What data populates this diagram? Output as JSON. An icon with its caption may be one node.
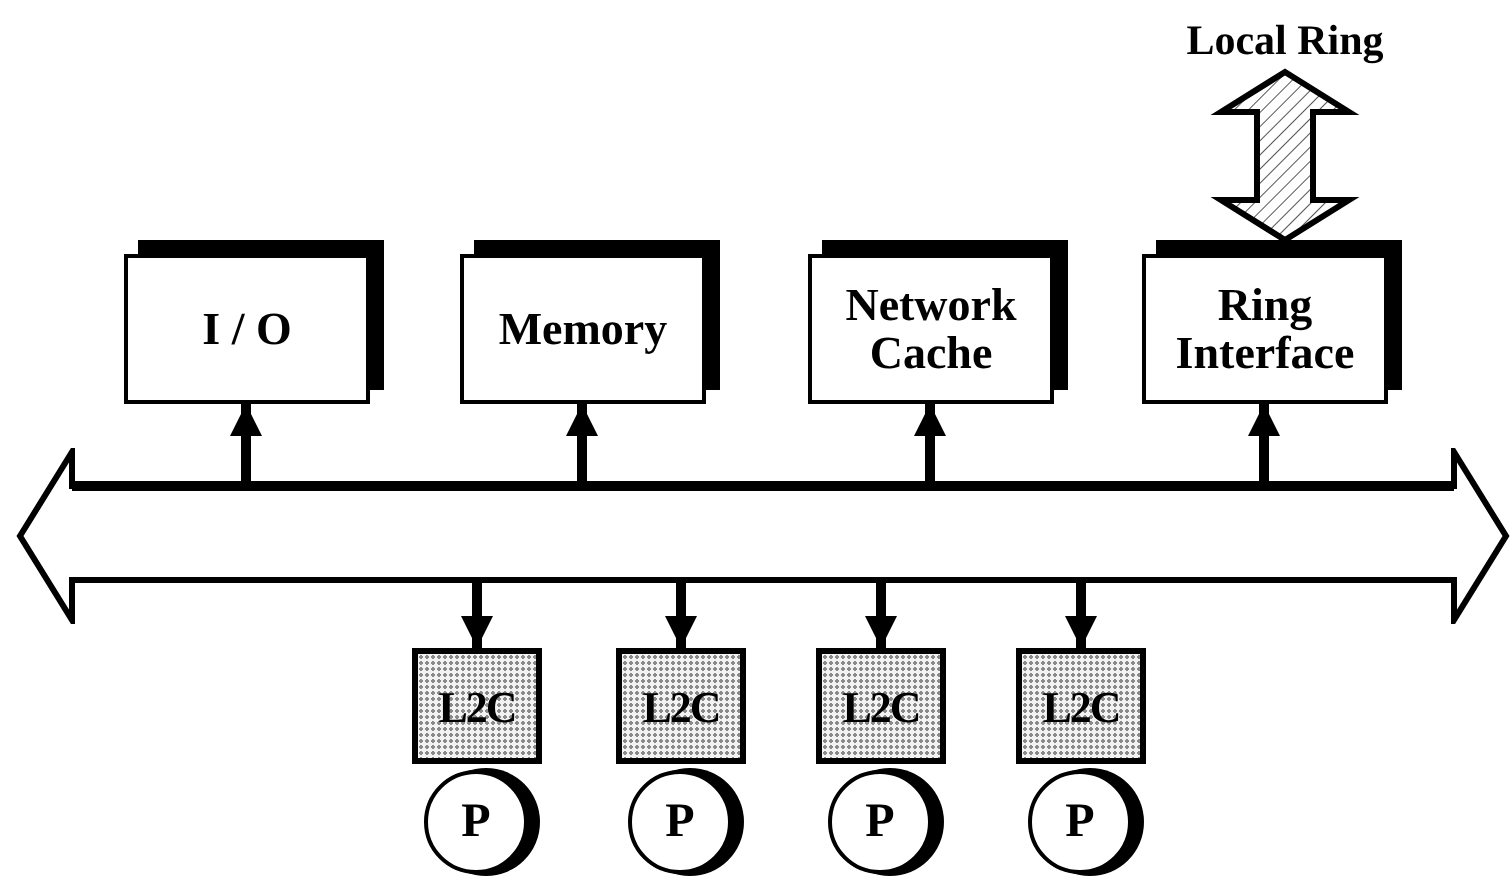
{
  "diagram": {
    "nodes": [
      {
        "text": [
          "Local Ring"
        ]
      },
      {
        "text": [
          "I / O"
        ]
      },
      {
        "text": [
          "Memory"
        ]
      },
      {
        "text": [
          "Network Cache"
        ]
      },
      {
        "text": [
          "Ring Interface"
        ]
      },
      {
        "text": [],
        "shape": "bar"
      },
      {
        "text": [
          "L2C"
        ]
      },
      {
        "text": [
          "L2C"
        ]
      },
      {
        "text": [
          "L2C"
        ]
      },
      {
        "text": [
          "L2C"
        ]
      },
      {
        "text": [
          "P"
        ]
      },
      {
        "text": [
          "P"
        ]
      },
      {
        "text": [
          "P"
        ]
      },
      {
        "text": [
          "P"
        ]
      }
    ],
    "edges": [
      {
        "from": 0,
        "to": 4,
        "arrow": "both",
        "style": "thick"
      },
      {
        "from": 5,
        "to": 1,
        "arrow": "to"
      },
      {
        "from": 5,
        "to": 2,
        "arrow": "to"
      },
      {
        "from": 5,
        "to": 3,
        "arrow": "to"
      },
      {
        "from": 5,
        "to": 4,
        "arrow": "to"
      },
      {
        "from": 5,
        "to": 6,
        "arrow": "to"
      },
      {
        "from": 5,
        "to": 7,
        "arrow": "to"
      },
      {
        "from": 5,
        "to": 8,
        "arrow": "to"
      },
      {
        "from": 5,
        "to": 9,
        "arrow": "to"
      }
    ]
  }
}
